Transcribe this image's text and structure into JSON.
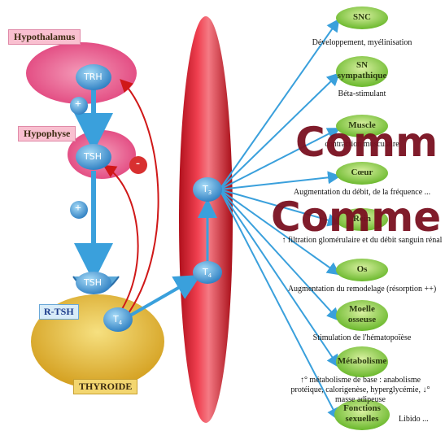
{
  "left": {
    "hypothalamus": "Hypothalamus",
    "hypophyse": "Hypophyse",
    "thyroide": "THYROIDE",
    "rtsh": "R-TSH",
    "trh": "TRH",
    "tsh_top": "TSH",
    "tsh_bottom": "TSH",
    "plus1": "+",
    "plus2": "+",
    "minus": "-",
    "t4_gland": "T",
    "t4_gland_sub": "4",
    "t4_vessel": "T",
    "t4_vessel_sub": "4",
    "t3_vessel": "T",
    "t3_vessel_sub": "3"
  },
  "targets": [
    {
      "name": "SNC",
      "desc": "Développement, myélinisation"
    },
    {
      "name": "SN sympathique",
      "desc": "Béta-stimulant"
    },
    {
      "name": "Muscle",
      "desc": "contraction musculaire"
    },
    {
      "name": "Cœur",
      "desc": "Augmentation du débit, de la fréquence ..."
    },
    {
      "name": "Rein",
      "desc": "↑ filtration glomérulaire et du débit sanguin rénal"
    },
    {
      "name": "Os",
      "desc": "Augmentation du remodelage (résorption ++)"
    },
    {
      "name": "Moelle osseuse",
      "desc": "Stimulation de l'hématopoïèse"
    },
    {
      "name": "Métabolisme",
      "desc": "↑° métabolisme de base : anabolisme protéique, calorigenèse, hyperglycémie, ↓° masse adipeuse"
    },
    {
      "name": "Fonctions sexuelles",
      "desc": "Libido ..."
    }
  ],
  "watermark": {
    "line1": "Comm",
    "line2": "Comme"
  },
  "colors": {
    "vessel": "#d8202e",
    "arrow_blue": "#3aa0dc",
    "feedback_red": "#d01818",
    "node_green": "#7fc63a",
    "thyroid": "#e8c040",
    "hypothalamus": "#e85a8a"
  }
}
